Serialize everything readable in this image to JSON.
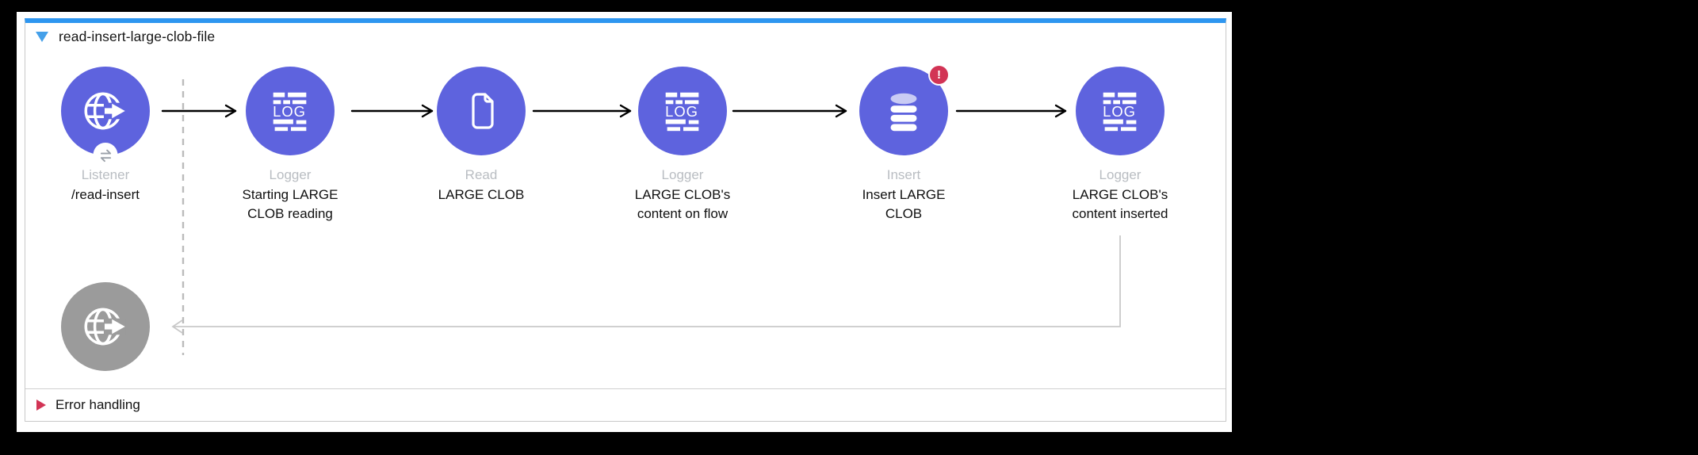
{
  "editor": {
    "background_color": "#000000",
    "canvas_background": "#ffffff"
  },
  "flow": {
    "title": "read-insert-large-clob-file",
    "collapse_icon": "triangle-down",
    "colors": {
      "accent_top_border": "#2e96f0",
      "collapse_triangle": "#45a0e9",
      "node_purple": "#5e63de",
      "node_gray": "#9b9b9b",
      "error_red": "#d23455",
      "name_label_gray": "#b9bdc2",
      "connector_black": "#000000",
      "connector_gray": "#c9c9c9"
    },
    "icon_text": {
      "logger": "LOG"
    },
    "nodes": [
      {
        "id": "listener",
        "icon": "globe-arrow-icon",
        "name": "Listener",
        "caption": [
          "/read-insert"
        ],
        "sub_badge": "exchange-arrows"
      },
      {
        "id": "logger-1",
        "icon": "logger-icon",
        "name": "Logger",
        "caption": [
          "Starting LARGE",
          "CLOB reading"
        ]
      },
      {
        "id": "read",
        "icon": "file-icon",
        "name": "Read",
        "caption": [
          "LARGE CLOB"
        ]
      },
      {
        "id": "logger-2",
        "icon": "logger-icon",
        "name": "Logger",
        "caption": [
          "LARGE CLOB's",
          "content on flow"
        ]
      },
      {
        "id": "insert",
        "icon": "database-icon",
        "name": "Insert",
        "caption": [
          "Insert LARGE",
          "CLOB"
        ],
        "error_badge_glyph": "!"
      },
      {
        "id": "logger-3",
        "icon": "logger-icon",
        "name": "Logger",
        "caption": [
          "LARGE CLOB's",
          "content inserted"
        ]
      }
    ],
    "response_node": {
      "id": "listener-response",
      "icon": "globe-arrow-icon"
    },
    "error_handling": {
      "label": "Error handling",
      "collapsed": true
    }
  }
}
